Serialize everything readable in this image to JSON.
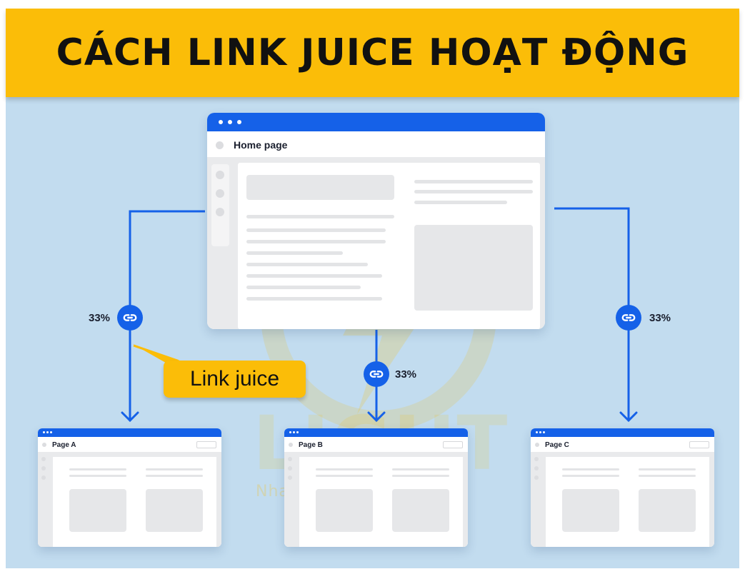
{
  "title": "CÁCH LINK JUICE HOẠT ĐỘNG",
  "home_window": {
    "label": "Home page"
  },
  "pages": [
    {
      "label": "Page A"
    },
    {
      "label": "Page B"
    },
    {
      "label": "Page C"
    }
  ],
  "links": [
    {
      "target": "Page A",
      "percent": "33%"
    },
    {
      "target": "Page B",
      "percent": "33%"
    },
    {
      "target": "Page C",
      "percent": "33%"
    }
  ],
  "callout": "Link juice",
  "watermark": {
    "brand": "LIGHT",
    "slogan": "Nhanh - Chuẩn - Đẹp"
  },
  "colors": {
    "accent": "#1561e8",
    "banner": "#fbbd08",
    "background": "#c2dcef"
  },
  "icons": [
    "link-icon",
    "arrow-down-icon"
  ]
}
